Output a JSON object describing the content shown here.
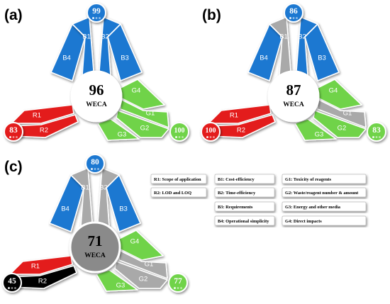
{
  "colors": {
    "blue": "#1f78d1",
    "red": "#e31b1b",
    "green": "#6fd34a",
    "gray": "#a9a9a9",
    "black": "#050505",
    "badge_blue": "#1f78d1",
    "badge_red": "#e31b1b",
    "badge_green": "#6fd34a",
    "badge_black": "#000000"
  },
  "panels": [
    {
      "label": "(a)",
      "center": {
        "score": "96",
        "caption": "WECA"
      },
      "segments": {
        "B1": "blue",
        "B2": "blue",
        "B3": "blue",
        "B4": "blue",
        "R1": "red",
        "R2": "red",
        "G1": "green",
        "G2": "green",
        "G3": "green",
        "G4": "green"
      },
      "badges": {
        "blue": {
          "score": "99",
          "color": "blue"
        },
        "red": {
          "score": "83",
          "color": "red"
        },
        "green": {
          "score": "100",
          "color": "green"
        }
      }
    },
    {
      "label": "(b)",
      "center": {
        "score": "87",
        "caption": "WECA"
      },
      "segments": {
        "B1": "gray",
        "B2": "blue",
        "B3": "blue",
        "B4": "blue",
        "R1": "red",
        "R2": "red",
        "G1": "gray",
        "G2": "green",
        "G3": "green",
        "G4": "green"
      },
      "badges": {
        "blue": {
          "score": "86",
          "color": "blue"
        },
        "red": {
          "score": "100",
          "color": "red"
        },
        "green": {
          "score": "83",
          "color": "green"
        }
      }
    },
    {
      "label": "(c)",
      "center": {
        "score": "71",
        "caption": "WECA"
      },
      "segments": {
        "B1": "gray",
        "B2": "gray",
        "B3": "blue",
        "B4": "blue",
        "R1": "red",
        "R2": "black",
        "G1": "gray",
        "G2": "gray",
        "G3": "green",
        "G4": "green"
      },
      "badges": {
        "blue": {
          "score": "80",
          "color": "blue"
        },
        "red": {
          "score": "45",
          "color": "black"
        },
        "green": {
          "score": "77",
          "color": "green"
        }
      }
    }
  ],
  "legend": [
    [
      "R1: Scope of application",
      "B1: Cost-efficiency",
      "G1: Toxicity of reagents"
    ],
    [
      "R2: LOD and LOQ",
      "B2: Time-efficiency",
      "G2: Waste/reagent number & amount"
    ],
    [
      "",
      "B3: Requirements",
      "G3: Energy and other media"
    ],
    [
      "",
      "B4: Operational simplicity",
      "G4: Direct impacts"
    ]
  ]
}
